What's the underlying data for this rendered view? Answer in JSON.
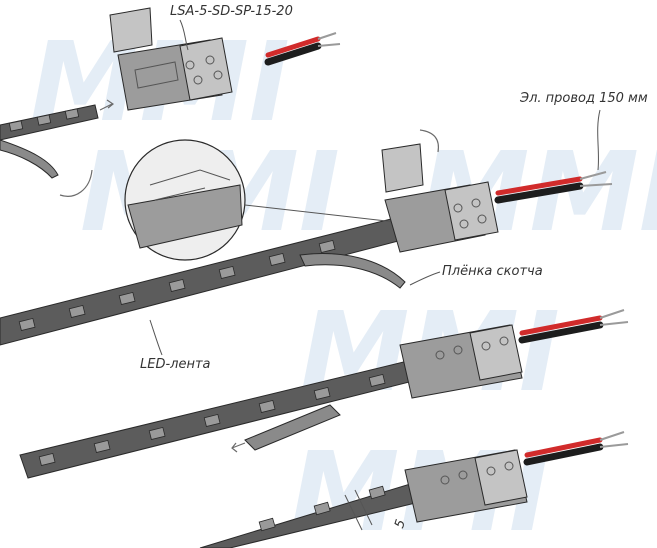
{
  "labels": {
    "connector_model": "LSA-5-SD-SP-15-20",
    "wire": "Эл. провод 150 мм",
    "tape_film": "Плёнка скотча",
    "led_strip": "LED-лента",
    "dimension": "5"
  },
  "watermark": {
    "text": "MMI",
    "color": "#e4edf6"
  },
  "colors": {
    "strip": "#5c5c5c",
    "chip": "#9a9a9a",
    "connector": "#9c9c9c",
    "wire_red": "#d12b2b",
    "wire_black": "#1d1d1d"
  }
}
